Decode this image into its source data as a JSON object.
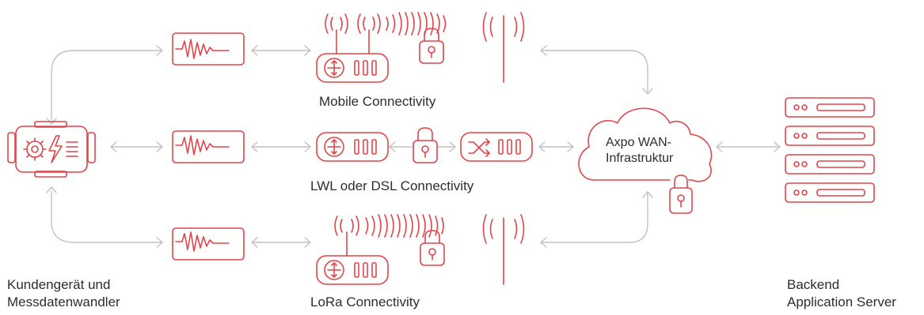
{
  "labels": {
    "mobile": "Mobile Connectivity",
    "lwl": "LWL oder DSL Connectivity",
    "lora": "LoRa Connectivity",
    "cloud_line1": "Axpo WAN-",
    "cloud_line2": "Infrastruktur",
    "device_line1": "Kundengerät und",
    "device_line2": "Messdatenwandler",
    "backend_line1": "Backend",
    "backend_line2": "Application Server"
  },
  "colors": {
    "accent": "#e0454a",
    "connector": "#c2c2c2",
    "text": "#2d2d2d"
  },
  "icons": [
    "smart-meter-icon",
    "signal-converter-icon",
    "router-icon",
    "antenna-icon",
    "radio-waves-icon",
    "padlock-icon",
    "network-switch-icon",
    "cloud-icon",
    "server-rack-icon"
  ]
}
